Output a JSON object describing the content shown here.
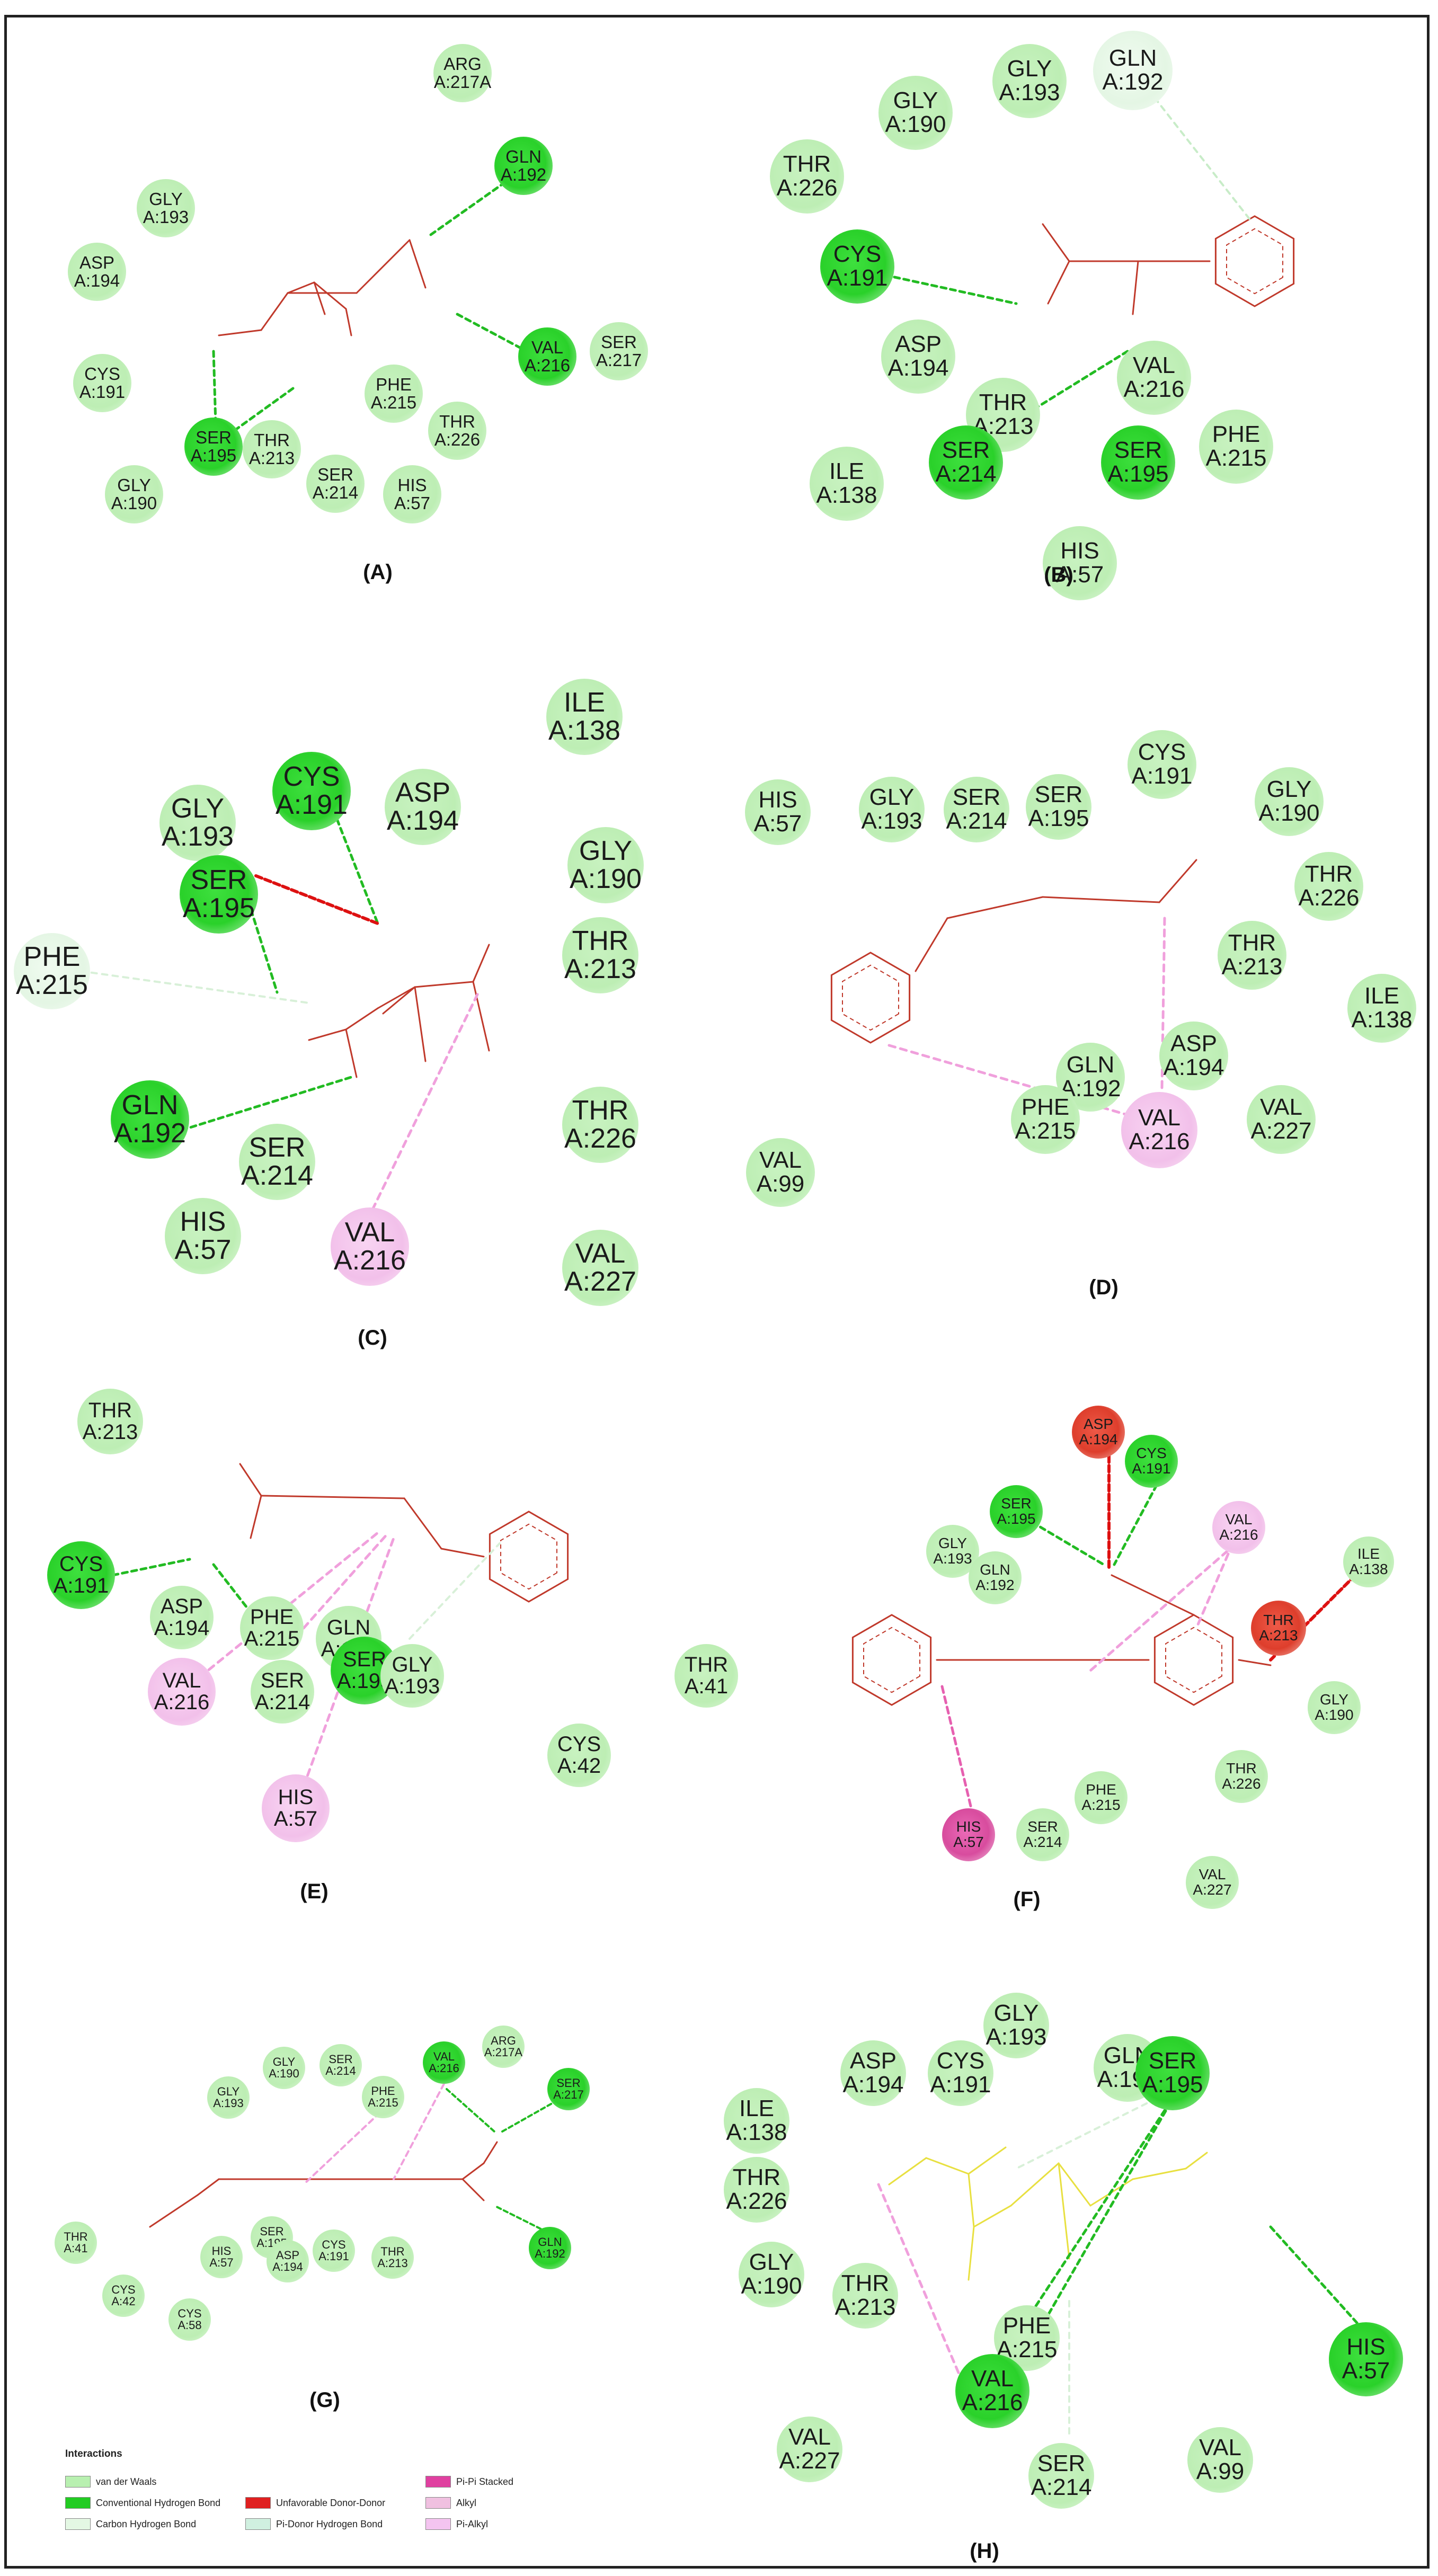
{
  "legend": {
    "title": "Interactions",
    "items": [
      {
        "label": "van der Waals",
        "color": "#b8f0b0"
      },
      {
        "label": "Conventional Hydrogen Bond",
        "color": "#22cc22"
      },
      {
        "label": "Carbon Hydrogen Bond",
        "color": "#e4f8e4"
      },
      {
        "label": "Unfavorable Donor-Donor",
        "color": "#e02020"
      },
      {
        "label": "Pi-Donor Hydrogen Bond",
        "color": "#d0f0e0"
      },
      {
        "label": "Pi-Pi Stacked",
        "color": "#e040a0"
      },
      {
        "label": "Alkyl",
        "color": "#f0c0e0"
      },
      {
        "label": "Pi-Alkyl",
        "color": "#f4c4f0"
      }
    ]
  },
  "colors": {
    "vdw": "#c6f2c0",
    "hbond": "#33d633",
    "ch": "#eaf8ea",
    "unfav": "#e8503c",
    "pistack": "#e660b0",
    "alkyl": "#f6cbef",
    "ligand": "#c0392b",
    "ligandH": "#e8e040",
    "greenline": "#22bb22",
    "redline": "#dd1111",
    "pinkline": "#f0a0dc"
  },
  "panels": [
    {
      "caption": "(A)",
      "residues": [
        {
          "name": "ARG",
          "id": "A:217A",
          "type": "vdw"
        },
        {
          "name": "GLN",
          "id": "A:192",
          "type": "hbond"
        },
        {
          "name": "GLY",
          "id": "A:193",
          "type": "vdw"
        },
        {
          "name": "ASP",
          "id": "A:194",
          "type": "vdw"
        },
        {
          "name": "VAL",
          "id": "A:216",
          "type": "hbond"
        },
        {
          "name": "SER",
          "id": "A:217",
          "type": "vdw"
        },
        {
          "name": "CYS",
          "id": "A:191",
          "type": "vdw"
        },
        {
          "name": "PHE",
          "id": "A:215",
          "type": "vdw"
        },
        {
          "name": "THR",
          "id": "A:226",
          "type": "vdw"
        },
        {
          "name": "SER",
          "id": "A:195",
          "type": "hbond"
        },
        {
          "name": "THR",
          "id": "A:213",
          "type": "vdw"
        },
        {
          "name": "GLY",
          "id": "A:190",
          "type": "vdw"
        },
        {
          "name": "SER",
          "id": "A:214",
          "type": "vdw"
        },
        {
          "name": "HIS",
          "id": "A:57",
          "type": "vdw"
        }
      ]
    },
    {
      "caption": "(B)",
      "residues": [
        {
          "name": "GLY",
          "id": "A:190",
          "type": "vdw"
        },
        {
          "name": "GLY",
          "id": "A:193",
          "type": "vdw"
        },
        {
          "name": "GLN",
          "id": "A:192",
          "type": "ch"
        },
        {
          "name": "THR",
          "id": "A:226",
          "type": "vdw"
        },
        {
          "name": "CYS",
          "id": "A:191",
          "type": "hbond"
        },
        {
          "name": "ASP",
          "id": "A:194",
          "type": "vdw"
        },
        {
          "name": "VAL",
          "id": "A:216",
          "type": "vdw"
        },
        {
          "name": "THR",
          "id": "A:213",
          "type": "vdw"
        },
        {
          "name": "ILE",
          "id": "A:138",
          "type": "vdw"
        },
        {
          "name": "SER",
          "id": "A:214",
          "type": "hbond"
        },
        {
          "name": "SER",
          "id": "A:195",
          "type": "hbond"
        },
        {
          "name": "PHE",
          "id": "A:215",
          "type": "vdw"
        },
        {
          "name": "HIS",
          "id": "A:57",
          "type": "vdw"
        }
      ]
    },
    {
      "caption": "(C)",
      "residues": [
        {
          "name": "ILE",
          "id": "A:138",
          "type": "vdw"
        },
        {
          "name": "CYS",
          "id": "A:191",
          "type": "hbond"
        },
        {
          "name": "GLY",
          "id": "A:193",
          "type": "vdw"
        },
        {
          "name": "ASP",
          "id": "A:194",
          "type": "vdw"
        },
        {
          "name": "GLY",
          "id": "A:190",
          "type": "vdw"
        },
        {
          "name": "SER",
          "id": "A:195",
          "type": "hbond"
        },
        {
          "name": "THR",
          "id": "A:213",
          "type": "vdw"
        },
        {
          "name": "PHE",
          "id": "A:215",
          "type": "ch"
        },
        {
          "name": "GLN",
          "id": "A:192",
          "type": "hbond"
        },
        {
          "name": "THR",
          "id": "A:226",
          "type": "vdw"
        },
        {
          "name": "SER",
          "id": "A:214",
          "type": "vdw"
        },
        {
          "name": "HIS",
          "id": "A:57",
          "type": "vdw"
        },
        {
          "name": "VAL",
          "id": "A:216",
          "type": "alkyl"
        },
        {
          "name": "VAL",
          "id": "A:227",
          "type": "vdw"
        }
      ]
    },
    {
      "caption": "(D)",
      "residues": [
        {
          "name": "CYS",
          "id": "A:191",
          "type": "vdw"
        },
        {
          "name": "HIS",
          "id": "A:57",
          "type": "vdw"
        },
        {
          "name": "GLY",
          "id": "A:193",
          "type": "vdw"
        },
        {
          "name": "SER",
          "id": "A:214",
          "type": "vdw"
        },
        {
          "name": "SER",
          "id": "A:195",
          "type": "vdw"
        },
        {
          "name": "GLY",
          "id": "A:190",
          "type": "vdw"
        },
        {
          "name": "THR",
          "id": "A:226",
          "type": "vdw"
        },
        {
          "name": "THR",
          "id": "A:213",
          "type": "vdw"
        },
        {
          "name": "ILE",
          "id": "A:138",
          "type": "vdw"
        },
        {
          "name": "ASP",
          "id": "A:194",
          "type": "vdw"
        },
        {
          "name": "GLN",
          "id": "A:192",
          "type": "vdw"
        },
        {
          "name": "PHE",
          "id": "A:215",
          "type": "vdw"
        },
        {
          "name": "VAL",
          "id": "A:216",
          "type": "alkyl"
        },
        {
          "name": "VAL",
          "id": "A:227",
          "type": "vdw"
        },
        {
          "name": "VAL",
          "id": "A:99",
          "type": "vdw"
        }
      ]
    },
    {
      "caption": "(E)",
      "residues": [
        {
          "name": "THR",
          "id": "A:213",
          "type": "vdw"
        },
        {
          "name": "CYS",
          "id": "A:191",
          "type": "hbond"
        },
        {
          "name": "ASP",
          "id": "A:194",
          "type": "vdw"
        },
        {
          "name": "PHE",
          "id": "A:215",
          "type": "vdw"
        },
        {
          "name": "GLN",
          "id": "A:192",
          "type": "vdw"
        },
        {
          "name": "SER",
          "id": "A:195",
          "type": "hbond"
        },
        {
          "name": "GLY",
          "id": "A:193",
          "type": "vdw"
        },
        {
          "name": "VAL",
          "id": "A:216",
          "type": "alkyl"
        },
        {
          "name": "SER",
          "id": "A:214",
          "type": "vdw"
        },
        {
          "name": "THR",
          "id": "A:41",
          "type": "vdw"
        },
        {
          "name": "CYS",
          "id": "A:42",
          "type": "vdw"
        },
        {
          "name": "HIS",
          "id": "A:57",
          "type": "alkyl"
        }
      ]
    },
    {
      "caption": "(F)",
      "residues": [
        {
          "name": "ASP",
          "id": "A:194",
          "type": "unfav"
        },
        {
          "name": "CYS",
          "id": "A:191",
          "type": "hbond"
        },
        {
          "name": "SER",
          "id": "A:195",
          "type": "hbond"
        },
        {
          "name": "VAL",
          "id": "A:216",
          "type": "alkyl"
        },
        {
          "name": "GLY",
          "id": "A:193",
          "type": "vdw"
        },
        {
          "name": "GLN",
          "id": "A:192",
          "type": "vdw"
        },
        {
          "name": "ILE",
          "id": "A:138",
          "type": "vdw"
        },
        {
          "name": "THR",
          "id": "A:213",
          "type": "unfav"
        },
        {
          "name": "GLY",
          "id": "A:190",
          "type": "vdw"
        },
        {
          "name": "THR",
          "id": "A:226",
          "type": "vdw"
        },
        {
          "name": "PHE",
          "id": "A:215",
          "type": "vdw"
        },
        {
          "name": "HIS",
          "id": "A:57",
          "type": "pistack"
        },
        {
          "name": "SER",
          "id": "A:214",
          "type": "vdw"
        },
        {
          "name": "VAL",
          "id": "A:227",
          "type": "vdw"
        }
      ]
    },
    {
      "caption": "(G)",
      "residues": [
        {
          "name": "GLY",
          "id": "A:190",
          "type": "vdw"
        },
        {
          "name": "SER",
          "id": "A:214",
          "type": "vdw"
        },
        {
          "name": "VAL",
          "id": "A:216",
          "type": "hbond"
        },
        {
          "name": "ARG",
          "id": "A:217A",
          "type": "vdw"
        },
        {
          "name": "SER",
          "id": "A:217",
          "type": "hbond"
        },
        {
          "name": "GLY",
          "id": "A:193",
          "type": "vdw"
        },
        {
          "name": "PHE",
          "id": "A:215",
          "type": "vdw"
        },
        {
          "name": "THR",
          "id": "A:41",
          "type": "vdw"
        },
        {
          "name": "SER",
          "id": "A:195",
          "type": "vdw"
        },
        {
          "name": "HIS",
          "id": "A:57",
          "type": "vdw"
        },
        {
          "name": "CYS",
          "id": "A:191",
          "type": "vdw"
        },
        {
          "name": "ASP",
          "id": "A:194",
          "type": "vdw"
        },
        {
          "name": "THR",
          "id": "A:213",
          "type": "vdw"
        },
        {
          "name": "CYS",
          "id": "A:42",
          "type": "vdw"
        },
        {
          "name": "CYS",
          "id": "A:58",
          "type": "vdw"
        },
        {
          "name": "GLN",
          "id": "A:192",
          "type": "hbond"
        }
      ]
    },
    {
      "caption": "(H)",
      "residues": [
        {
          "name": "GLY",
          "id": "A:193",
          "type": "vdw"
        },
        {
          "name": "ILE",
          "id": "A:138",
          "type": "vdw"
        },
        {
          "name": "ASP",
          "id": "A:194",
          "type": "vdw"
        },
        {
          "name": "CYS",
          "id": "A:191",
          "type": "vdw"
        },
        {
          "name": "GLN",
          "id": "A:192",
          "type": "vdw"
        },
        {
          "name": "SER",
          "id": "A:195",
          "type": "hbond"
        },
        {
          "name": "THR",
          "id": "A:226",
          "type": "vdw"
        },
        {
          "name": "GLY",
          "id": "A:190",
          "type": "vdw"
        },
        {
          "name": "THR",
          "id": "A:213",
          "type": "vdw"
        },
        {
          "name": "PHE",
          "id": "A:215",
          "type": "vdw"
        },
        {
          "name": "VAL",
          "id": "A:216",
          "type": "hbond"
        },
        {
          "name": "HIS",
          "id": "A:57",
          "type": "hbond"
        },
        {
          "name": "VAL",
          "id": "A:227",
          "type": "vdw"
        },
        {
          "name": "SER",
          "id": "A:214",
          "type": "vdw"
        },
        {
          "name": "VAL",
          "id": "A:99",
          "type": "vdw"
        }
      ]
    }
  ]
}
